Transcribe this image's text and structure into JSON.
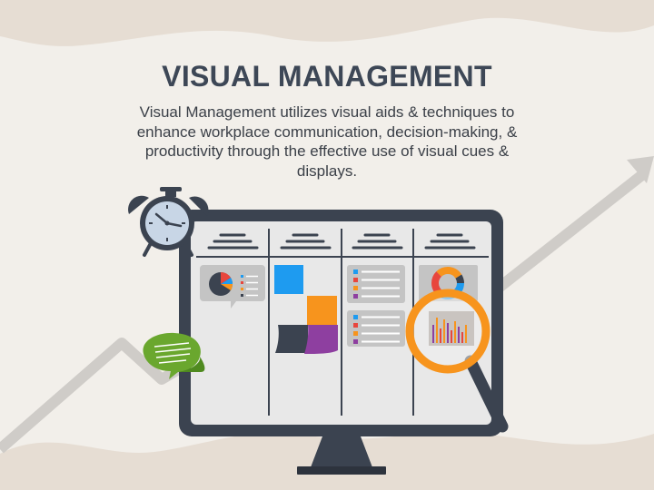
{
  "slide": {
    "title": "VISUAL MANAGEMENT",
    "description": "Visual Management utilizes visual aids & techniques to enhance workplace communication, decision-making, & productivity through the effective use of visual cues & displays."
  },
  "illustration": {
    "board_columns": 4,
    "icons": [
      "alarm-clock-icon",
      "chat-bubble-icon",
      "magnifying-glass-icon",
      "pie-chart-icon",
      "donut-chart-icon",
      "bar-chart-icon",
      "sticky-note-icon",
      "checklist-icon",
      "trend-arrow-icon"
    ]
  },
  "colors": {
    "title": "#3d4756",
    "background": "#f2efea",
    "wave": "#e6ddd3",
    "monitor": "#3b4350",
    "board": "#e6e6e6",
    "accent_orange": "#f7941d",
    "accent_blue": "#1e9bf0",
    "accent_red": "#e8463d",
    "accent_purple": "#8e3fa0",
    "accent_green": "#6aa72e",
    "arrow": "#cfccc8"
  }
}
